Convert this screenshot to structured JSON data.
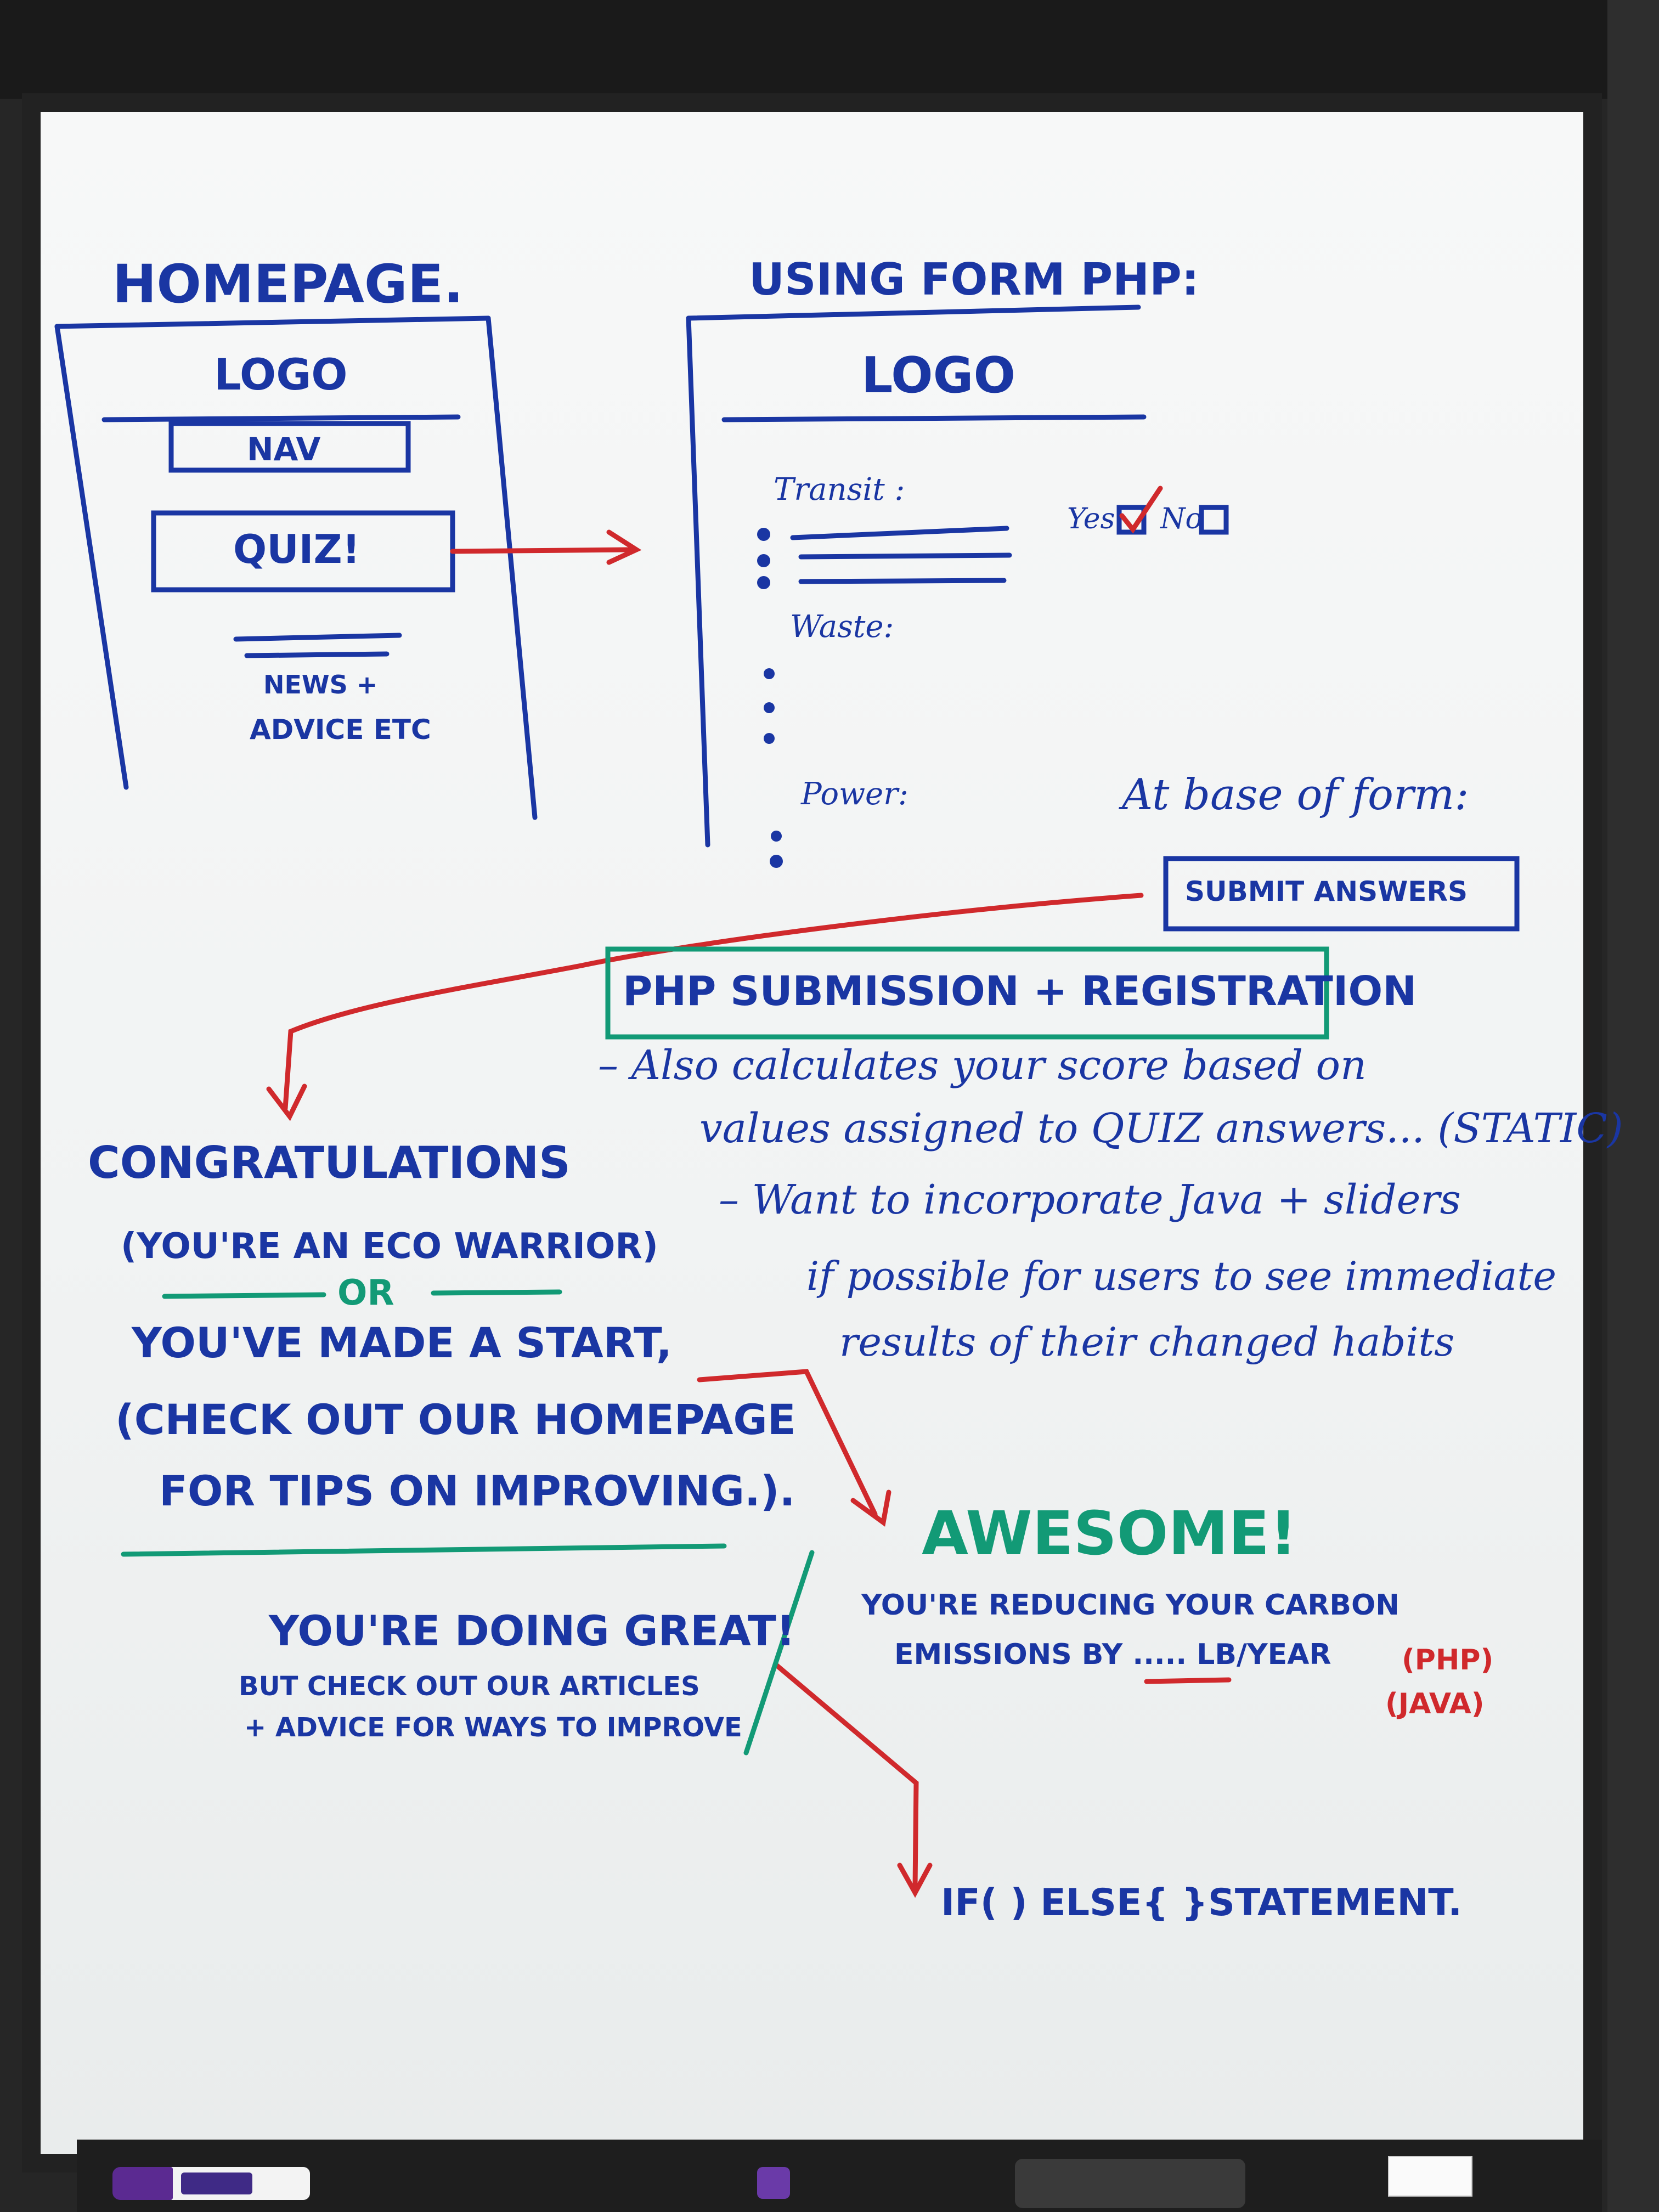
{
  "homepage": {
    "title": "HOMEPAGE.",
    "logo": "LOGO",
    "nav": "NAV",
    "quiz": "QUIZ!",
    "news_line1": "NEWS +",
    "news_line2": "ADVICE ETC"
  },
  "form": {
    "title": "USING FORM PHP:",
    "logo": "LOGO",
    "transit": "Transit :",
    "yes": "Yes",
    "no": "No",
    "waste": "Waste:",
    "power": "Power:",
    "base_note": "At base of form:",
    "submit": "SUBMIT ANSWERS"
  },
  "php": {
    "title": "PHP SUBMISSION + REGISTRATION",
    "line1": "– Also calculates your score based on",
    "line2": "values assigned to QUIZ answers... (STATIC)",
    "line3": "– Want to incorporate Java + sliders",
    "line4": "if possible for users to see immediate",
    "line5": "results of their changed habits"
  },
  "results": {
    "congrats": "CONGRATULATIONS",
    "eco": "(YOU'RE AN ECO WARRIOR)",
    "or": "OR",
    "start": "YOU'VE MADE A START,",
    "check1": "(CHECK OUT OUR HOMEPAGE",
    "check2": "FOR TIPS ON IMPROVING.).",
    "great": "YOU'RE DOING GREAT!",
    "great_sub1": "BUT CHECK OUT OUR ARTICLES",
    "great_sub2": "+ ADVICE FOR WAYS TO IMPROVE",
    "awesome": "AWESOME!",
    "reduce1": "YOU'RE REDUCING YOUR CARBON",
    "reduce2": "EMISSIONS BY ..... LB/YEAR",
    "php_tag": "(PHP)",
    "java_tag": "(JAVA)",
    "ifelse": "IF( ) ELSE{ }STATEMENT."
  },
  "colors": {
    "blue_marker": "#1a36a3",
    "red_marker": "#d0292c",
    "green_marker": "#129a76",
    "board": "#f3f5f5",
    "frame": "#222222"
  }
}
